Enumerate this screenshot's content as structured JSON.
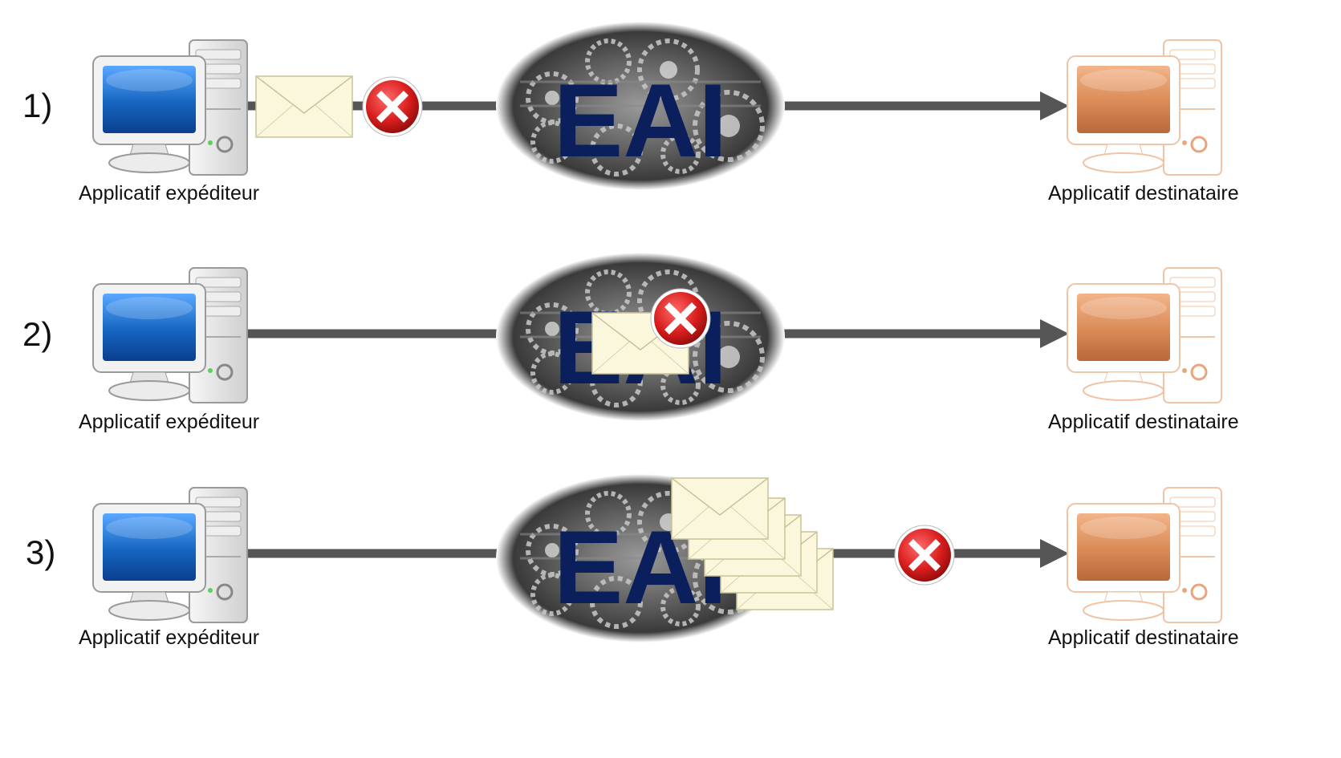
{
  "hub_label": "EAI",
  "sender_label": "Applicatif expéditeur",
  "receiver_label": "Applicatif destinataire",
  "colors": {
    "line": "#555555",
    "sender_screen": "#1565c0",
    "receiver_screen": "#d98a55",
    "envelope": "#fbf7dc",
    "error": "#d91e1e",
    "hub_text": "#0a1f5c"
  },
  "icons": [
    "computer-icon",
    "envelope-icon",
    "error-icon",
    "gears-icon"
  ],
  "scenarios": [
    {
      "number": "1)",
      "error_location": "before-hub",
      "envelope": "single-before-hub"
    },
    {
      "number": "2)",
      "error_location": "in-hub",
      "envelope": "single-in-hub"
    },
    {
      "number": "3)",
      "error_location": "after-hub",
      "envelope": "stack-after-hub"
    }
  ]
}
